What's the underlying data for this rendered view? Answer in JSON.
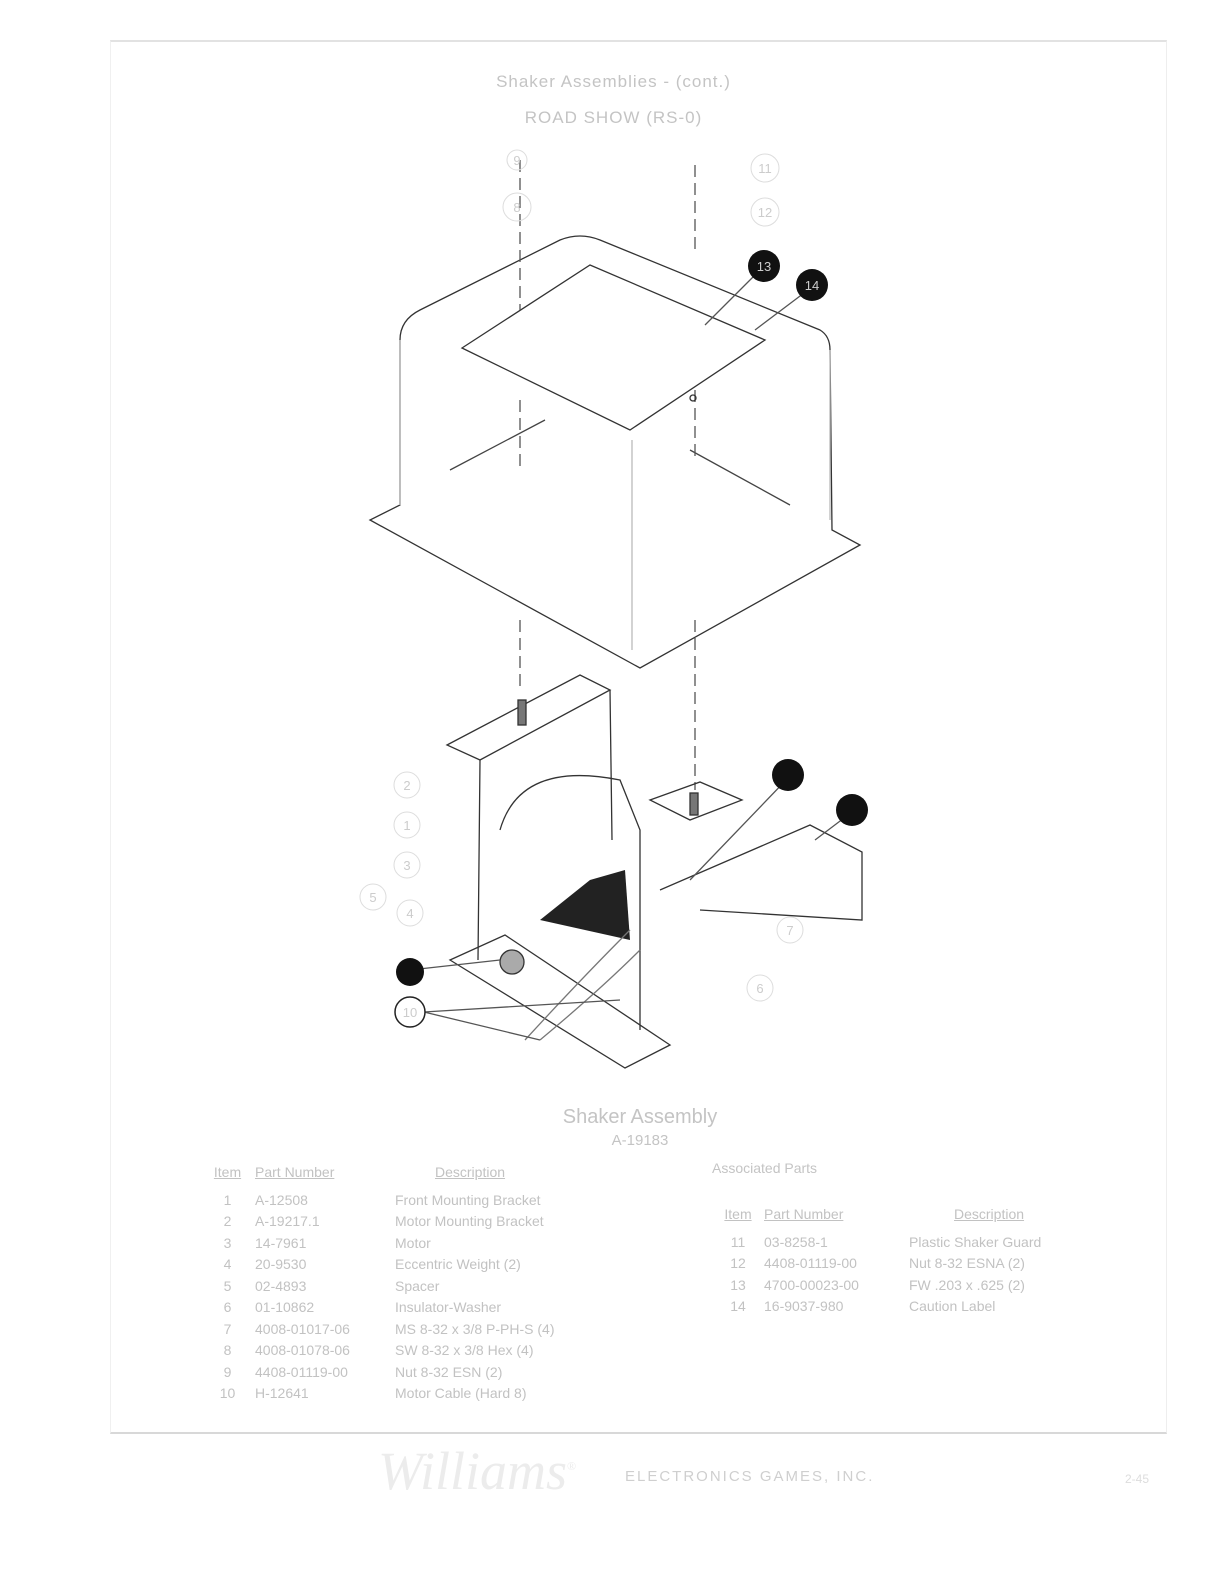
{
  "header": {
    "title": "Shaker Assemblies - (cont.)",
    "subtitle": "ROAD SHOW (RS-0)"
  },
  "diagram": {
    "callouts": [
      "9",
      "8",
      "11",
      "12",
      "13",
      "14",
      "2",
      "1",
      "3",
      "5",
      "4",
      "7",
      "6",
      "10"
    ]
  },
  "assembly": {
    "title": "Shaker Assembly",
    "number": "A-19183"
  },
  "main_table": {
    "headers": [
      "Item",
      "Part Number",
      "Description"
    ],
    "rows": [
      [
        "1",
        "A-12508",
        "Front Mounting Bracket"
      ],
      [
        "2",
        "A-19217.1",
        "Motor Mounting Bracket"
      ],
      [
        "3",
        "14-7961",
        "Motor"
      ],
      [
        "4",
        "20-9530",
        "Eccentric Weight (2)"
      ],
      [
        "5",
        "02-4893",
        "Spacer"
      ],
      [
        "6",
        "01-10862",
        "Insulator-Washer"
      ],
      [
        "7",
        "4008-01017-06",
        "MS 8-32 x 3/8 P-PH-S (4)"
      ],
      [
        "8",
        "4008-01078-06",
        "SW 8-32 x 3/8 Hex (4)"
      ],
      [
        "9",
        "4408-01119-00",
        "Nut 8-32 ESN (2)"
      ],
      [
        "10",
        "H-12641",
        "Motor Cable (Hard 8)"
      ]
    ]
  },
  "associated": {
    "label": "Associated Parts",
    "headers": [
      "Item",
      "Part Number",
      "Description"
    ],
    "rows": [
      [
        "11",
        "03-8258-1",
        "Plastic Shaker Guard"
      ],
      [
        "12",
        "4408-01119-00",
        "Nut 8-32 ESNA (2)"
      ],
      [
        "13",
        "4700-00023-00",
        "FW .203 x .625 (2)"
      ],
      [
        "14",
        "16-9037-980",
        "Caution Label"
      ]
    ]
  },
  "footer": {
    "logo": "Williams",
    "company": "ELECTRONICS GAMES, INC.",
    "page": "2-45"
  }
}
